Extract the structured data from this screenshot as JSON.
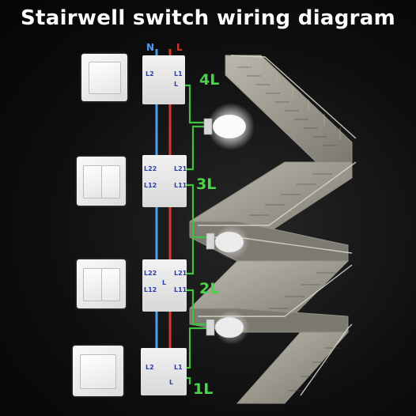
{
  "title": "Stairwell switch wiring diagram",
  "wire_labels": {
    "neutral": "N",
    "live": "L"
  },
  "floors": [
    {
      "level": "4L",
      "switch": "single",
      "terminals": [
        "L2",
        "L1",
        "L"
      ]
    },
    {
      "level": "3L",
      "switch": "double",
      "terminals": [
        "L22",
        "L21",
        "L12",
        "L11"
      ]
    },
    {
      "level": "2L",
      "switch": "double",
      "terminals": [
        "L22",
        "L21",
        "L12",
        "L11",
        "L"
      ]
    },
    {
      "level": "1L",
      "switch": "single",
      "terminals": [
        "L2",
        "L1",
        "L"
      ]
    }
  ],
  "colors": {
    "neutral": "#4a9ff0",
    "live": "#d9372b",
    "traveler": "#3fc23f",
    "terminal_text": "#2a3ea8"
  }
}
